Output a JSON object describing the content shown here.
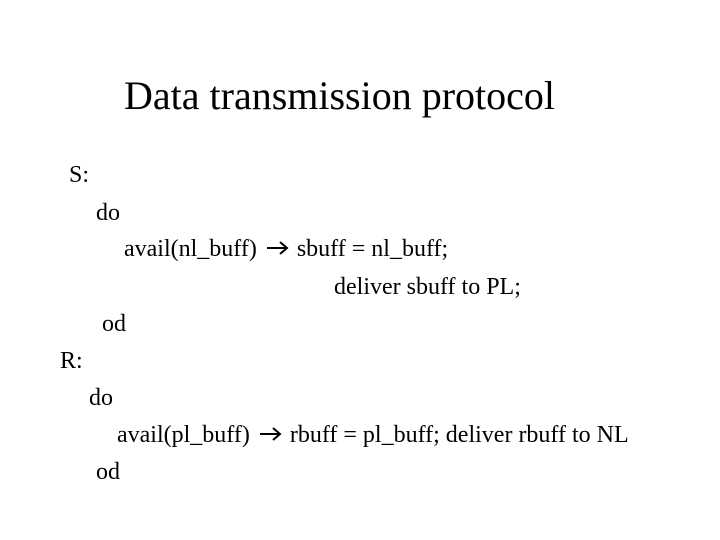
{
  "title": "Data transmission protocol",
  "sender": {
    "label": "S:",
    "do": "do",
    "guard": "avail(nl_buff)",
    "action_1": "sbuff = nl_buff;",
    "action_2": "deliver sbuff  to PL;",
    "od": "od"
  },
  "receiver": {
    "label": "R:",
    "do": "do",
    "guard": "avail(pl_buff)",
    "action": "rbuff = pl_buff; deliver rbuff to NL",
    "od": "od"
  },
  "icons": {
    "arrow": "right-arrow-icon"
  }
}
